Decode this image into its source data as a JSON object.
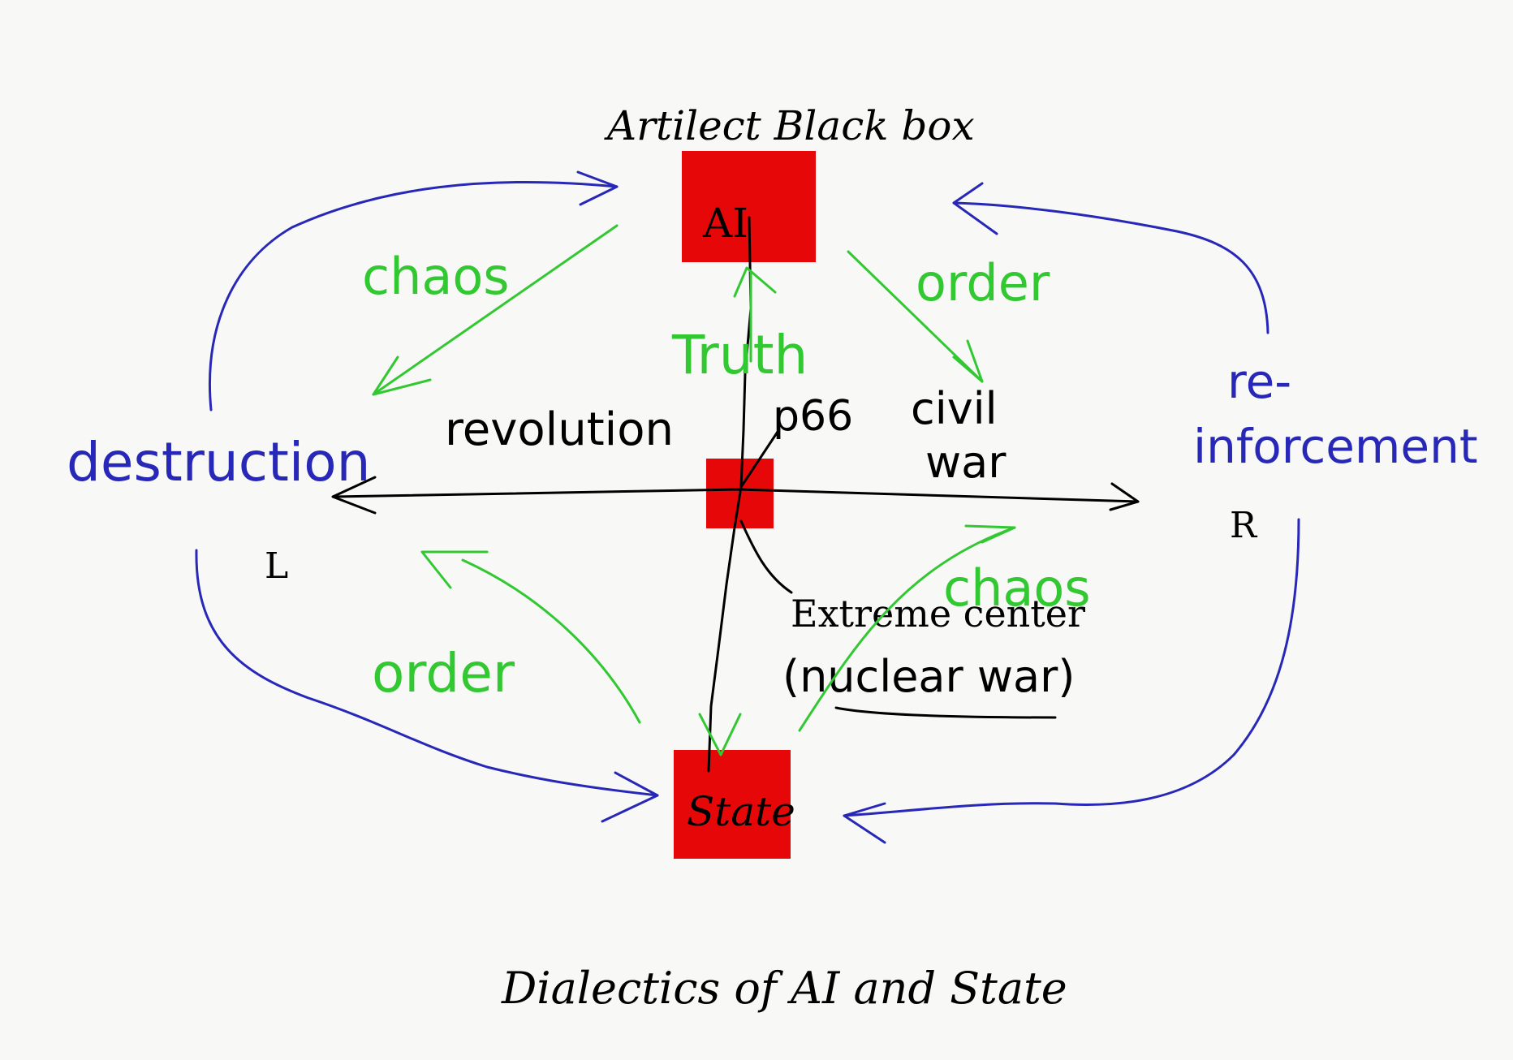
{
  "title_top": "Artilect Black box",
  "caption_bottom": "Dialectics of AI and State",
  "nodes": {
    "ai": "AI",
    "state": "State"
  },
  "axis": {
    "left": "L",
    "right": "R"
  },
  "labels": {
    "destruction": "destruction",
    "reinforcement_1": "re-",
    "reinforcement_2": "inforcement",
    "chaos_top": "chaos",
    "order_top": "order",
    "order_bottom": "order",
    "chaos_bottom": "chaos",
    "truth": "Truth",
    "revolution": "revolution",
    "p66": "p66",
    "civil": "civil",
    "war": "war",
    "extreme_center": "Extreme center",
    "nuclear_war": "(nuclear war)"
  },
  "colors": {
    "box_red": "#e60808",
    "blue": "#2828b8",
    "green": "#32c832",
    "black": "#000000",
    "background": "#f8f8f6"
  }
}
